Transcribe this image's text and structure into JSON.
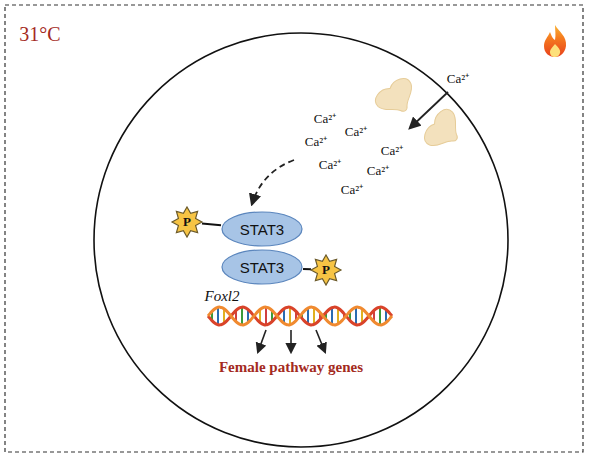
{
  "diagram": {
    "nodes": [
      {
        "text": [
          "P"
        ]
      },
      {
        "text": [
          "STAT3"
        ]
      },
      {
        "text": [
          "STAT3"
        ]
      },
      {
        "text": [
          "P"
        ]
      }
    ],
    "edges": [
      {
        "from": 0,
        "to": 1,
        "arrow": "none"
      },
      {
        "from": 2,
        "to": 3,
        "arrow": "none"
      }
    ],
    "labels": [
      "31°C",
      "Ca²⁺",
      "Ca²⁺",
      "Ca²⁺",
      "Ca²⁺",
      "Ca²⁺",
      "Ca²⁺",
      "Ca²⁺",
      "Ca²⁺",
      "Foxl2",
      "Female pathway genes"
    ]
  }
}
